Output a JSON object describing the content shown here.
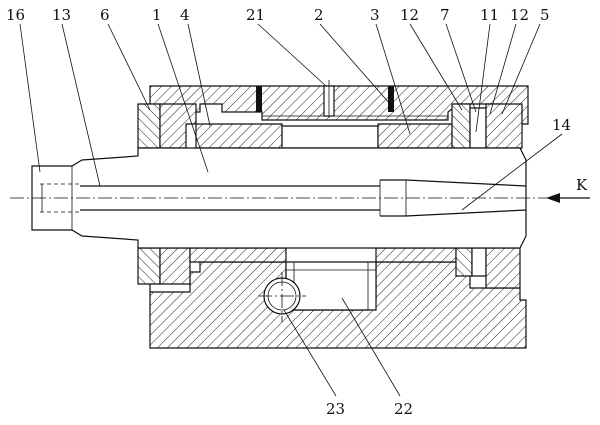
{
  "labels": {
    "l16": "16",
    "l13": "13",
    "l6": "6",
    "l1": "1",
    "l4": "4",
    "l21": "21",
    "l2": "2",
    "l3": "3",
    "l12a": "12",
    "l7": "7",
    "l11": "11",
    "l12b": "12",
    "l5": "5",
    "l14": "14",
    "lK": "K",
    "l23": "23",
    "l22": "22"
  }
}
